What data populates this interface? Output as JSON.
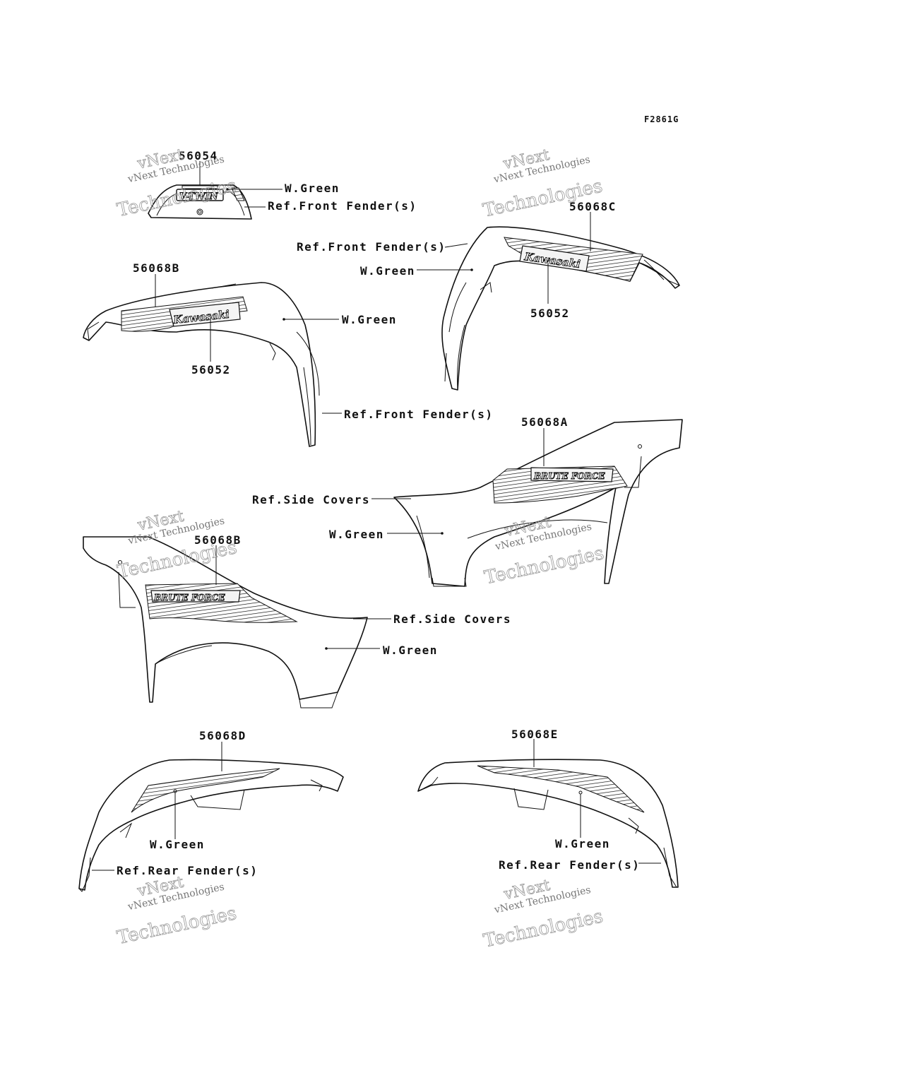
{
  "figure_id": "F2861G",
  "watermark": {
    "line1": "vNext",
    "line2": "vNext Technologies",
    "line3": "Technologies"
  },
  "logos": {
    "vtwin": "V-TWIN",
    "kawasaki": "Kawasaki",
    "brute_force": "BRUTE FORCE"
  },
  "callouts": {
    "p56054": "56054",
    "p56054_wgreen": "W.Green",
    "p56054_ref": "Ref.Front Fender(s)",
    "p56068c": "56068C",
    "p56068c_ref": "Ref.Front Fender(s)",
    "p56068c_wgreen": "W.Green",
    "p56068c_56052": "56052",
    "p56068b": "56068B",
    "p56068b_wgreen": "W.Green",
    "p56068b_56052": "56052",
    "p56068b_ref": "Ref.Front Fender(s)",
    "p56068a": "56068A",
    "p56068a_ref": "Ref.Side Covers",
    "p56068a_wgreen": "W.Green",
    "p56068cb": "56068B",
    "p56068cb_ref": "Ref.Side Covers",
    "p56068cb_wgreen": "W.Green",
    "p56068d": "56068D",
    "p56068d_wgreen": "W.Green",
    "p56068d_ref": "Ref.Rear Fender(s)",
    "p56068e": "56068E",
    "p56068e_wgreen": "W.Green",
    "p56068e_ref": "Ref.Rear Fender(s)"
  }
}
